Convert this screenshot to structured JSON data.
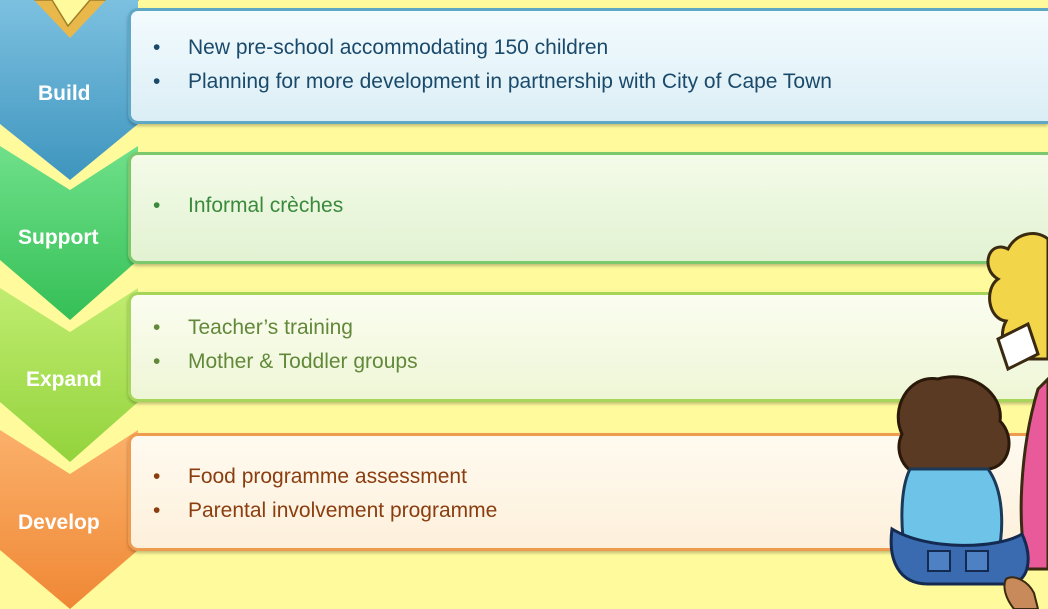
{
  "stages": [
    {
      "label": "Build",
      "color": "#5ba8cc",
      "items": [
        "New pre-school accommodating 150 children",
        "Planning for more development in partnership with City of Cape Town"
      ]
    },
    {
      "label": "Support",
      "color": "#4fd06a",
      "items": [
        "Informal crèches"
      ]
    },
    {
      "label": "Expand",
      "color": "#a7df4f",
      "items": [
        "Teacher’s training",
        "Mother & Toddler groups"
      ]
    },
    {
      "label": "Develop",
      "color": "#f5974a",
      "items": [
        "Food programme assessment",
        "Parental involvement programme"
      ]
    }
  ],
  "bullet": "•"
}
